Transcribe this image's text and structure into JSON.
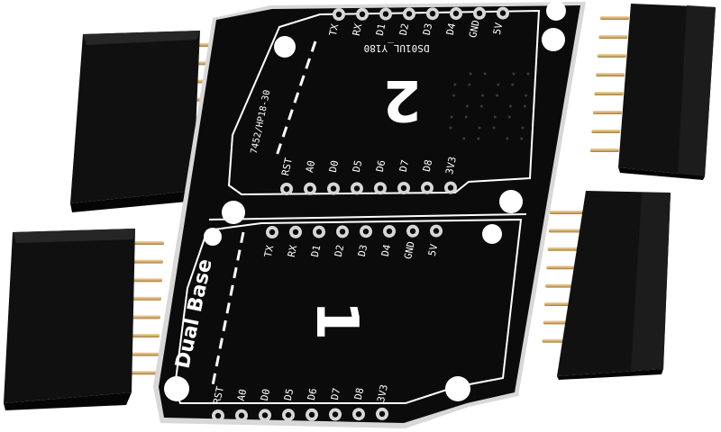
{
  "photo": {
    "board": {
      "board_name": "Dual Base",
      "upper_slot": {
        "number": "2",
        "pins_top": [
          "TX",
          "RX",
          "D1",
          "D2",
          "D3",
          "D4",
          "GND",
          "5V"
        ],
        "pins_bottom": [
          "RST",
          "A0",
          "D0",
          "D5",
          "D6",
          "D7",
          "D8",
          "3V3"
        ],
        "code_a": "DS01UL_Y180",
        "code_b": "7452/HP18-30"
      },
      "lower_slot": {
        "number": "1",
        "pins_top": [
          "TX",
          "RX",
          "D1",
          "D2",
          "D3",
          "D4",
          "GND",
          "5V"
        ],
        "pins_bottom": [
          "RST",
          "A0",
          "D0",
          "D5",
          "D6",
          "D7",
          "D8",
          "3V3"
        ]
      }
    },
    "colors": {
      "pcb": "#0b0b0b",
      "silkscreen": "#ffffff",
      "header_body": "#121212",
      "pin_gold": "#d8b070",
      "hole": "#ffffff"
    },
    "headers": [
      "header-top-left",
      "header-bottom-left",
      "header-top-right",
      "header-bottom-right"
    ]
  }
}
